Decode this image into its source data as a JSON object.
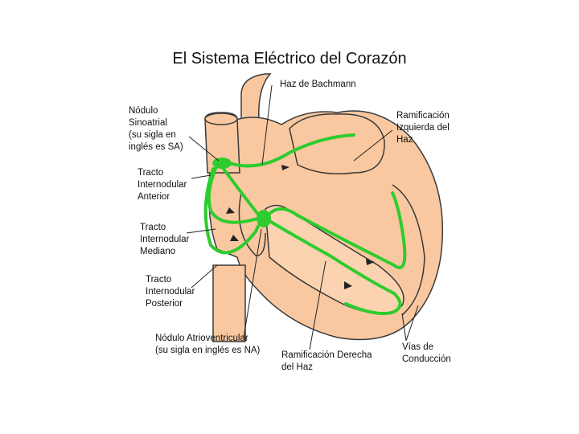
{
  "title": "El Sistema Eléctrico del Corazón",
  "labels": {
    "bachmann": "Haz de Bachmann",
    "sa_node": "Nódulo\nSinoatrial\n(su sigla en\ninglés es SA)",
    "left_branch": "Ramificación\nIzquierda del\nHaz",
    "anterior": "Tracto\nInternodular\nAnterior",
    "middle": "Tracto\nInternodular\nMediano",
    "posterior": "Tracto\nInternodular\nPosterior",
    "av_node": "Nódulo Atrioventricular\n(su sigla en inglés es NA)",
    "right_branch": "Ramificación Derecha\ndel Haz",
    "pathways": "Vías de\nConducción"
  },
  "colors": {
    "heart_fill": "#f9c8a0",
    "outline": "#3a3a3a",
    "conduction": "#2ecc2e"
  }
}
